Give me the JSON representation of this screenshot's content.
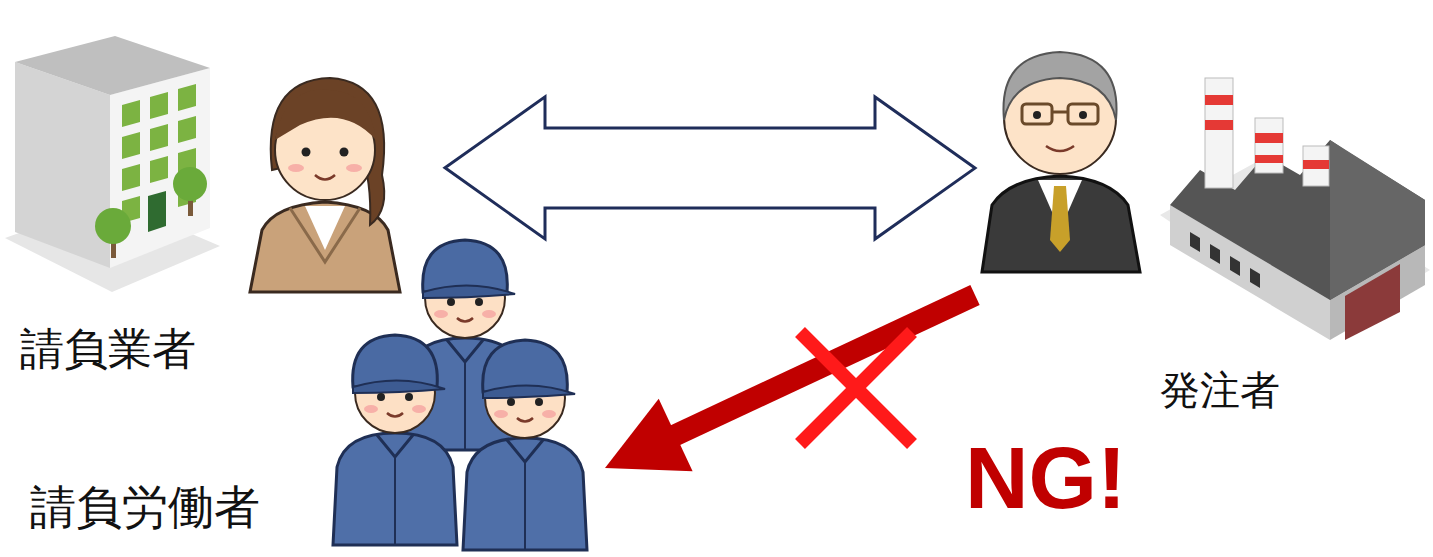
{
  "diagram": {
    "nodes": [
      {
        "text": [
          "請負業者"
        ]
      },
      {
        "text": [
          "発注者"
        ]
      },
      {
        "text": [
          "請負労働者"
        ]
      }
    ],
    "edges": [
      {
        "from": 0,
        "to": 1,
        "arrow": "both"
      },
      {
        "from": 1,
        "to": 2,
        "arrow": "to"
      }
    ],
    "labels": [
      "NG!"
    ]
  }
}
